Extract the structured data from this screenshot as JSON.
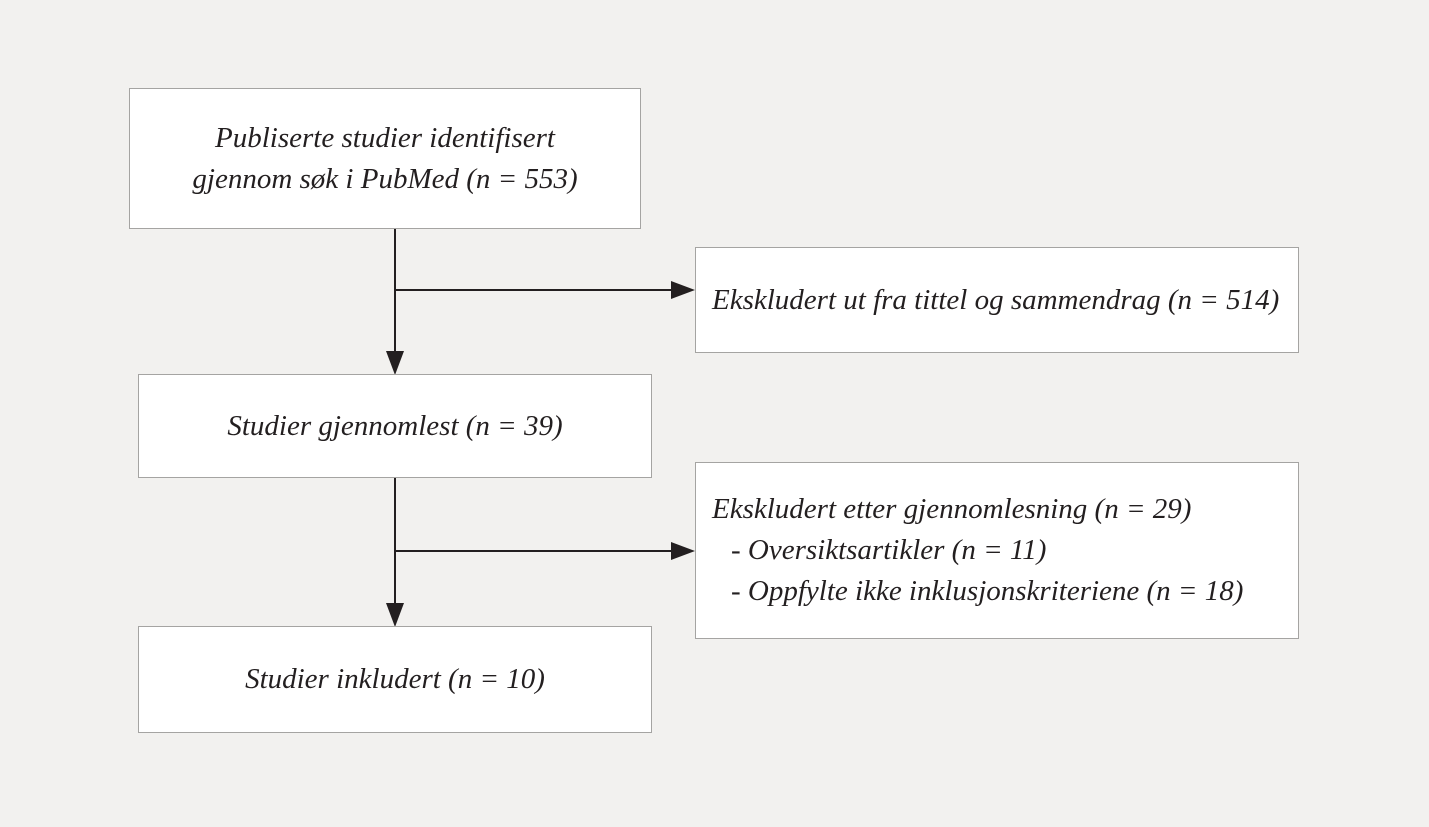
{
  "colors": {
    "background": "#f2f1ef",
    "box_fill": "#ffffff",
    "box_border": "#a5a4a2",
    "ink": "#231f20"
  },
  "boxes": {
    "identified": {
      "line1": "Publiserte studier identifisert",
      "line2": "gjennom søk i PubMed (n = 553)"
    },
    "excluded_screening": {
      "label": "Ekskludert ut fra tittel og sammendrag (n = 514)"
    },
    "read": {
      "label": "Studier gjennomlest (n = 39)"
    },
    "excluded_full_text": {
      "title": "Ekskludert etter gjennomlesning (n = 29)",
      "items": [
        "- Oversiktsartikler (n = 11)",
        "- Oppfylte ikke inklusjonskriteriene (n = 18)"
      ]
    },
    "included": {
      "label": "Studier inkludert (n = 10)"
    }
  }
}
